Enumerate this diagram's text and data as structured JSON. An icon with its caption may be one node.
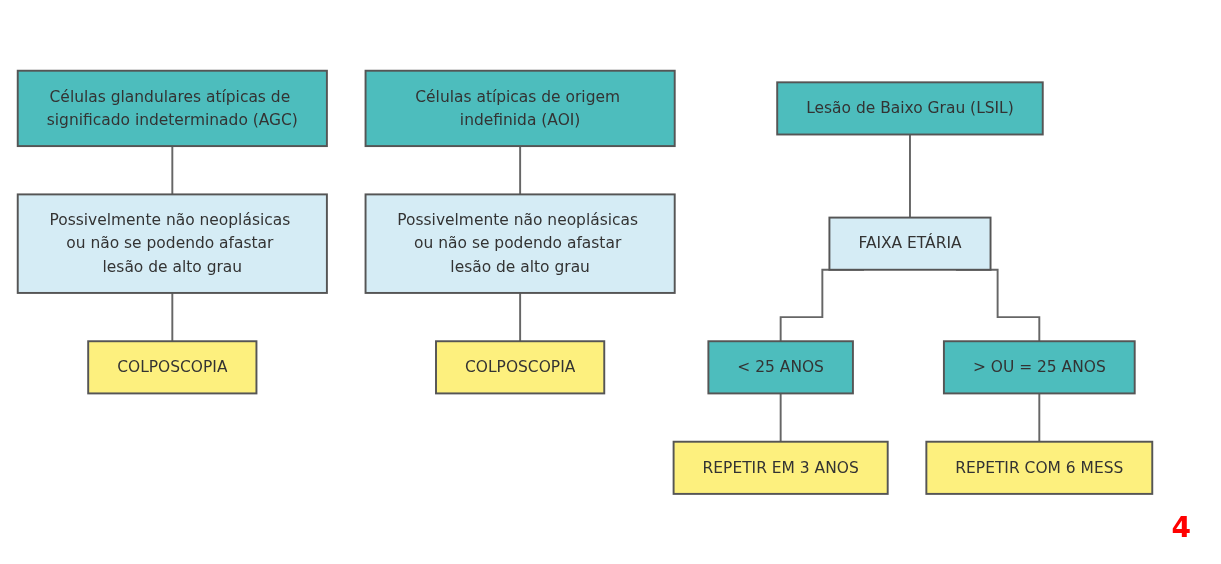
{
  "diagram": {
    "nodes": [
      {
        "text": [
          "Células glandulares atípicas de significado indeterminado (AGC)"
        ]
      },
      {
        "text": [
          "Possivelmente não neoplásicas ou não se podendo afastar lesão de alto grau"
        ]
      },
      {
        "text": [
          "COLPOSCOPIA"
        ]
      },
      {
        "text": [
          "Células atípicas de origem indefinida (AOI)"
        ]
      },
      {
        "text": [
          "Possivelmente não neoplásicas ou não se podendo afastar lesão de alto grau"
        ]
      },
      {
        "text": [
          "COLPOSCOPIA"
        ]
      },
      {
        "text": [
          "Lesão de Baixo Grau (LSIL)"
        ]
      },
      {
        "text": [
          "FAIXA ETÁRIA"
        ]
      },
      {
        "text": [
          "< 25 ANOS"
        ]
      },
      {
        "text": [
          "> OU = 25 ANOS"
        ]
      },
      {
        "text": [
          "REPETIR EM 3 ANOS"
        ]
      },
      {
        "text": [
          "REPETIR COM 6 MESS"
        ]
      }
    ],
    "edges": [
      {
        "from": 0,
        "to": 1,
        "arrow": "none"
      },
      {
        "from": 1,
        "to": 2,
        "arrow": "none"
      },
      {
        "from": 3,
        "to": 4,
        "arrow": "none"
      },
      {
        "from": 4,
        "to": 5,
        "arrow": "none"
      },
      {
        "from": 6,
        "to": 7,
        "arrow": "none"
      },
      {
        "from": 7,
        "to": 8,
        "arrow": "none"
      },
      {
        "from": 7,
        "to": 9,
        "arrow": "none"
      },
      {
        "from": 8,
        "to": 10,
        "arrow": "none"
      },
      {
        "from": 9,
        "to": 11,
        "arrow": "none"
      }
    ],
    "labels": [
      "4"
    ]
  }
}
